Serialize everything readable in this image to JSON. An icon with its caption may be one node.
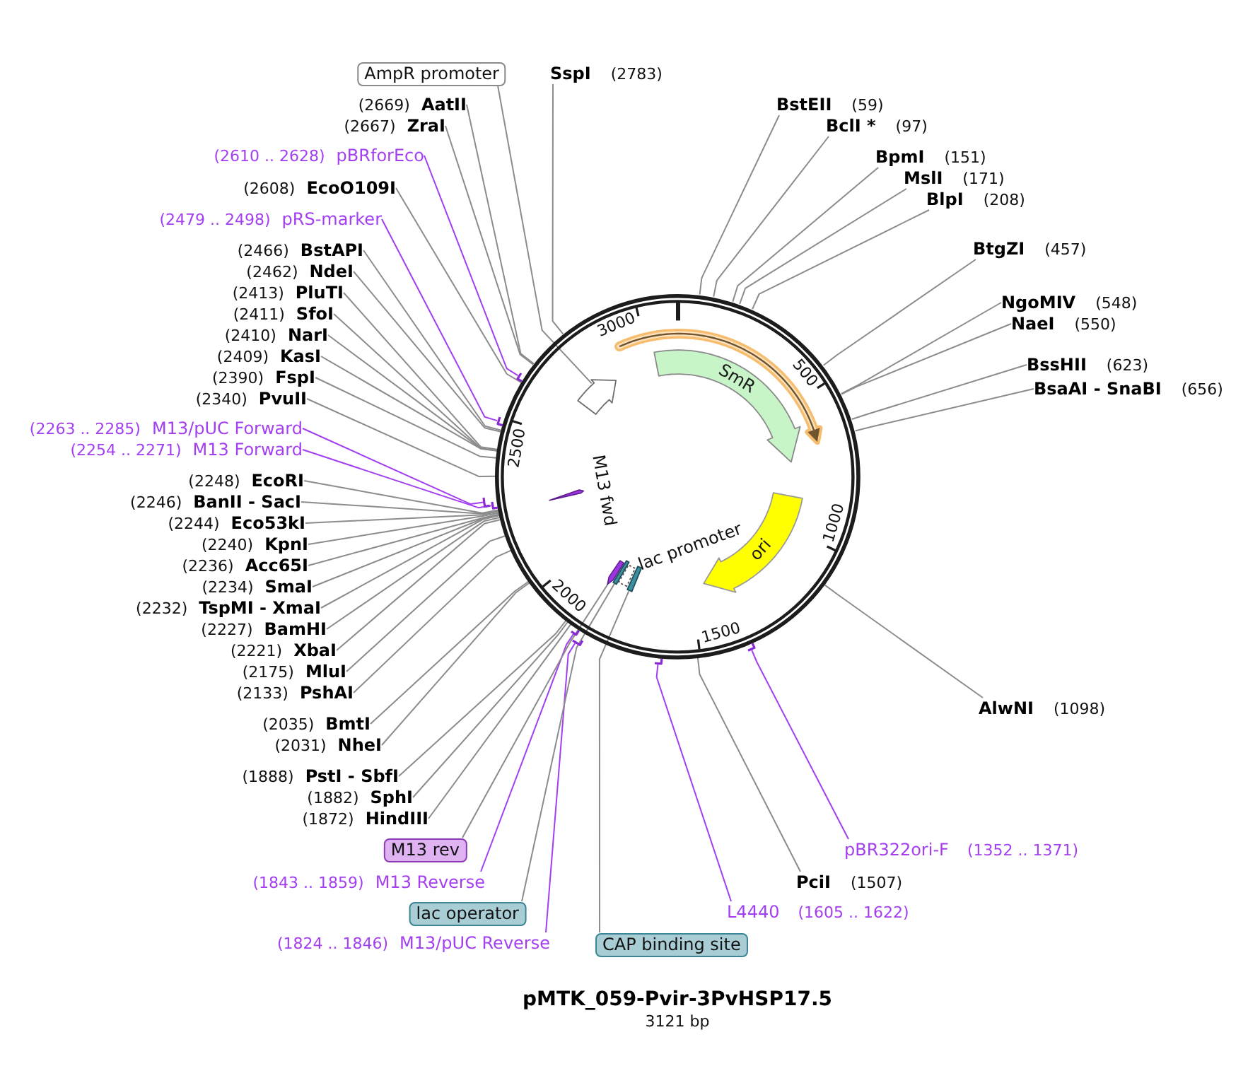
{
  "diagram": {
    "title": "pMTK_059-Pvir-3PvHSP17.5",
    "nodes": [
      {
        "text": [],
        "shape": "circle"
      },
      {
        "text": [],
        "shape": "arrow",
        "in": 0
      },
      {
        "text": [
          "SmR"
        ],
        "in": 0
      },
      {
        "text": [
          "ori"
        ],
        "in": 0
      },
      {
        "text": [],
        "shape": "arrow",
        "in": 0
      },
      {
        "text": [],
        "shape": "arrow",
        "in": 0,
        "beside": [
          "M13 fwd"
        ]
      },
      {
        "text": [],
        "shape": "arrow",
        "in": 0
      },
      {
        "text": [],
        "shape": "bar",
        "in": 0
      },
      {
        "text": [],
        "shape": "bar",
        "in": 0,
        "beside": [
          "lac promoter"
        ]
      },
      {
        "text": [],
        "shape": "bar",
        "in": 0
      },
      {
        "text": [
          "SspI",
          "(2783)"
        ]
      },
      {
        "text": [
          "BstEII",
          "(59)"
        ]
      },
      {
        "text": [
          "BclI *",
          "(97)"
        ]
      },
      {
        "text": [
          "BpmI",
          "(151)"
        ]
      },
      {
        "text": [
          "MslI",
          "(171)"
        ]
      },
      {
        "text": [
          "BlpI",
          "(208)"
        ]
      },
      {
        "text": [
          "BtgZI",
          "(457)"
        ]
      },
      {
        "text": [
          "NgoMIV",
          "(548)"
        ]
      },
      {
        "text": [
          "NaeI",
          "(550)"
        ]
      },
      {
        "text": [
          "BssHII",
          "(623)"
        ]
      },
      {
        "text": [
          "BsaAI - SnaBI",
          "(656)"
        ]
      },
      {
        "text": [
          "AlwNI",
          "(1098)"
        ]
      },
      {
        "text": [
          "pBR322ori-F",
          "(1352 .. 1371)"
        ]
      },
      {
        "text": [
          "PciI",
          "(1507)"
        ]
      },
      {
        "text": [
          "L4440",
          "(1605 .. 1622)"
        ]
      },
      {
        "text": [
          "CAP binding site"
        ]
      },
      {
        "text": [
          "(1824 .. 1846)",
          "M13/pUC Reverse"
        ]
      },
      {
        "text": [
          "lac operator"
        ]
      },
      {
        "text": [
          "(1843 .. 1859)",
          "M13 Reverse"
        ]
      },
      {
        "text": [
          "M13 rev"
        ]
      },
      {
        "text": [
          "(1872)",
          "HindIII"
        ]
      },
      {
        "text": [
          "(1882)",
          "SphI"
        ]
      },
      {
        "text": [
          "(1888)",
          "PstI - SbfI"
        ]
      },
      {
        "text": [
          "(2031)",
          "NheI"
        ]
      },
      {
        "text": [
          "(2035)",
          "BmtI"
        ]
      },
      {
        "text": [
          "(2133)",
          "PshAI"
        ]
      },
      {
        "text": [
          "(2175)",
          "MluI"
        ]
      },
      {
        "text": [
          "(2221)",
          "XbaI"
        ]
      },
      {
        "text": [
          "(2227)",
          "BamHI"
        ]
      },
      {
        "text": [
          "(2232)",
          "TspMI - XmaI"
        ]
      },
      {
        "text": [
          "(2234)",
          "SmaI"
        ]
      },
      {
        "text": [
          "(2236)",
          "Acc65I"
        ]
      },
      {
        "text": [
          "(2240)",
          "KpnI"
        ]
      },
      {
        "text": [
          "(2244)",
          "Eco53kI"
        ]
      },
      {
        "text": [
          "(2246)",
          "BanII - SacI"
        ]
      },
      {
        "text": [
          "(2248)",
          "EcoRI"
        ]
      },
      {
        "text": [
          "(2254 .. 2271)",
          "M13 Forward"
        ]
      },
      {
        "text": [
          "(2263 .. 2285)",
          "M13/pUC Forward"
        ]
      },
      {
        "text": [
          "(2340)",
          "PvuII"
        ]
      },
      {
        "text": [
          "(2390)",
          "FspI"
        ]
      },
      {
        "text": [
          "(2409)",
          "KasI"
        ]
      },
      {
        "text": [
          "(2410)",
          "NarI"
        ]
      },
      {
        "text": [
          "(2411)",
          "SfoI"
        ]
      },
      {
        "text": [
          "(2413)",
          "PluTI"
        ]
      },
      {
        "text": [
          "(2462)",
          "NdeI"
        ]
      },
      {
        "text": [
          "(2466)",
          "BstAPI"
        ]
      },
      {
        "text": [
          "(2479 .. 2498)",
          "pRS-marker"
        ]
      },
      {
        "text": [
          "(2608)",
          "EcoO109I"
        ]
      },
      {
        "text": [
          "(2610 .. 2628)",
          "pBRforEco"
        ]
      },
      {
        "text": [
          "(2667)",
          "ZraI"
        ]
      },
      {
        "text": [
          "(2669)",
          "AatII"
        ]
      },
      {
        "text": [
          "AmpR promoter"
        ]
      },
      {
        "text": [],
        "shape": "bar"
      },
      {
        "text": [],
        "shape": "bar"
      },
      {
        "text": [],
        "shape": "bar"
      },
      {
        "text": [],
        "shape": "bar"
      },
      {
        "text": [],
        "shape": "bar"
      },
      {
        "text": [],
        "shape": "bar"
      },
      {
        "text": [],
        "shape": "bar"
      },
      {
        "text": [],
        "shape": "bar"
      }
    ],
    "edges": [
      {
        "from": 10,
        "to": 0,
        "arrow": "none"
      },
      {
        "from": 11,
        "to": 0,
        "arrow": "none"
      },
      {
        "from": 12,
        "to": 0,
        "arrow": "none"
      },
      {
        "from": 13,
        "to": 0,
        "arrow": "none"
      },
      {
        "from": 14,
        "to": 0,
        "arrow": "none"
      },
      {
        "from": 15,
        "to": 0,
        "arrow": "none"
      },
      {
        "from": 16,
        "to": 0,
        "arrow": "none"
      },
      {
        "from": 17,
        "to": 0,
        "arrow": "none"
      },
      {
        "from": 18,
        "to": 0,
        "arrow": "none"
      },
      {
        "from": 19,
        "to": 0,
        "arrow": "none"
      },
      {
        "from": 20,
        "to": 0,
        "arrow": "none"
      },
      {
        "from": 21,
        "to": 0,
        "arrow": "none"
      },
      {
        "from": 22,
        "to": 62,
        "arrow": "none",
        "color": "#a33ff0"
      },
      {
        "from": 23,
        "to": 0,
        "arrow": "none"
      },
      {
        "from": 24,
        "to": 63,
        "arrow": "none",
        "color": "#a33ff0"
      },
      {
        "from": 25,
        "to": 9,
        "arrow": "none"
      },
      {
        "from": 26,
        "to": 64,
        "arrow": "none",
        "color": "#a33ff0"
      },
      {
        "from": 27,
        "to": 7,
        "arrow": "none"
      },
      {
        "from": 28,
        "to": 65,
        "arrow": "none",
        "color": "#a33ff0"
      },
      {
        "from": 29,
        "to": 6,
        "arrow": "none"
      },
      {
        "from": 30,
        "to": 0,
        "arrow": "none"
      },
      {
        "from": 31,
        "to": 0,
        "arrow": "none"
      },
      {
        "from": 32,
        "to": 0,
        "arrow": "none"
      },
      {
        "from": 33,
        "to": 0,
        "arrow": "none"
      },
      {
        "from": 34,
        "to": 0,
        "arrow": "none"
      },
      {
        "from": 35,
        "to": 0,
        "arrow": "none"
      },
      {
        "from": 36,
        "to": 0,
        "arrow": "none"
      },
      {
        "from": 37,
        "to": 0,
        "arrow": "none"
      },
      {
        "from": 38,
        "to": 0,
        "arrow": "none"
      },
      {
        "from": 39,
        "to": 0,
        "arrow": "none"
      },
      {
        "from": 40,
        "to": 0,
        "arrow": "none"
      },
      {
        "from": 41,
        "to": 0,
        "arrow": "none"
      },
      {
        "from": 42,
        "to": 0,
        "arrow": "none"
      },
      {
        "from": 43,
        "to": 0,
        "arrow": "none"
      },
      {
        "from": 44,
        "to": 0,
        "arrow": "none"
      },
      {
        "from": 45,
        "to": 0,
        "arrow": "none"
      },
      {
        "from": 46,
        "to": 66,
        "arrow": "none",
        "color": "#a33ff0"
      },
      {
        "from": 47,
        "to": 67,
        "arrow": "none",
        "color": "#a33ff0"
      },
      {
        "from": 48,
        "to": 0,
        "arrow": "none"
      },
      {
        "from": 49,
        "to": 0,
        "arrow": "none"
      },
      {
        "from": 50,
        "to": 0,
        "arrow": "none"
      },
      {
        "from": 51,
        "to": 0,
        "arrow": "none"
      },
      {
        "from": 52,
        "to": 0,
        "arrow": "none"
      },
      {
        "from": 53,
        "to": 0,
        "arrow": "none"
      },
      {
        "from": 54,
        "to": 0,
        "arrow": "none"
      },
      {
        "from": 55,
        "to": 0,
        "arrow": "none"
      },
      {
        "from": 56,
        "to": 68,
        "arrow": "none",
        "color": "#a33ff0"
      },
      {
        "from": 57,
        "to": 0,
        "arrow": "none"
      },
      {
        "from": 58,
        "to": 69,
        "arrow": "none",
        "color": "#a33ff0"
      },
      {
        "from": 59,
        "to": 0,
        "arrow": "none"
      },
      {
        "from": 60,
        "to": 0,
        "arrow": "none"
      },
      {
        "from": 61,
        "to": 4,
        "arrow": "none"
      }
    ],
    "labels": [
      "3000",
      "500",
      "2500",
      "1000",
      "2000",
      "1500",
      "3121 bp"
    ]
  }
}
